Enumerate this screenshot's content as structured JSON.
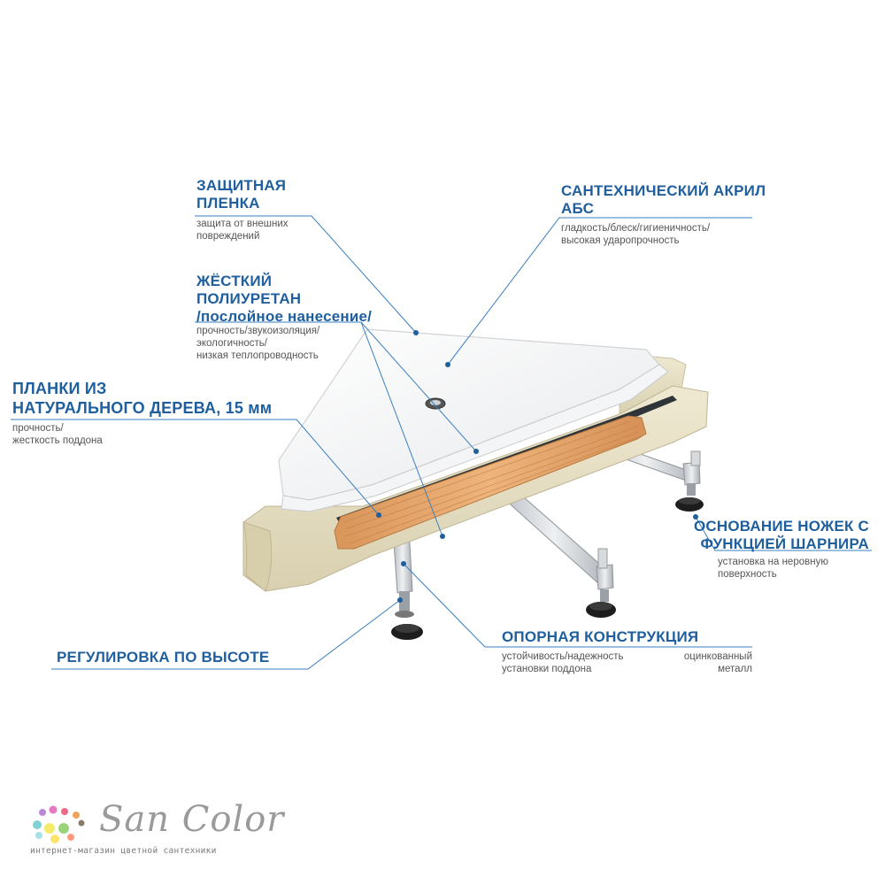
{
  "labels": {
    "film": {
      "title1": "ЗАЩИТНАЯ",
      "title2": "ПЛЕНКА",
      "desc1": "защита от внешних",
      "desc2": "повреждений"
    },
    "acrylic": {
      "title1": "САНТЕХНИЧЕСКИЙ АКРИЛ",
      "title2": "АБС",
      "desc1": "гладкость/блеск/гигиеничность/",
      "desc2": "высокая ударопрочность"
    },
    "polyurethane": {
      "title1": "ЖЁСТКИЙ",
      "title2": "ПОЛИУРЕТАН",
      "title3": "/послойное нанесение/",
      "desc1": "прочность/звукоизоляция/",
      "desc2": "экологичность/",
      "desc3": "низкая теплопроводность"
    },
    "planks": {
      "title1": "ПЛАНКИ ИЗ",
      "title2": "НАТУРАЛЬНОГО ДЕРЕВА, 15 мм",
      "desc1": "прочность/",
      "desc2": "жесткость поддона"
    },
    "legs": {
      "title1": "ОСНОВАНИЕ НОЖЕК С",
      "title2": "ФУНКЦИЕЙ ШАРНИРА",
      "desc1": "установка на неровную",
      "desc2": "поверхность"
    },
    "support": {
      "title": "ОПОРНАЯ КОНСТРУКЦИЯ",
      "desc1": "устойчивость/надежность",
      "desc2": "установки поддона",
      "desc3": "оцинкованный",
      "desc4": "металл"
    },
    "height": {
      "title": "РЕГУЛИРОВКА ПО ВЫСОТЕ"
    }
  },
  "brand": {
    "name": "San Color",
    "tagline": "интернет-магазин цветной сантехники"
  },
  "colors": {
    "accent": "#1f5f9e",
    "line": "#3a7fc0",
    "wood": "#e0a46c",
    "polyurethane": "#e9e2c8",
    "acrylic": "#ffffff",
    "metal": "#c9cdd2"
  }
}
